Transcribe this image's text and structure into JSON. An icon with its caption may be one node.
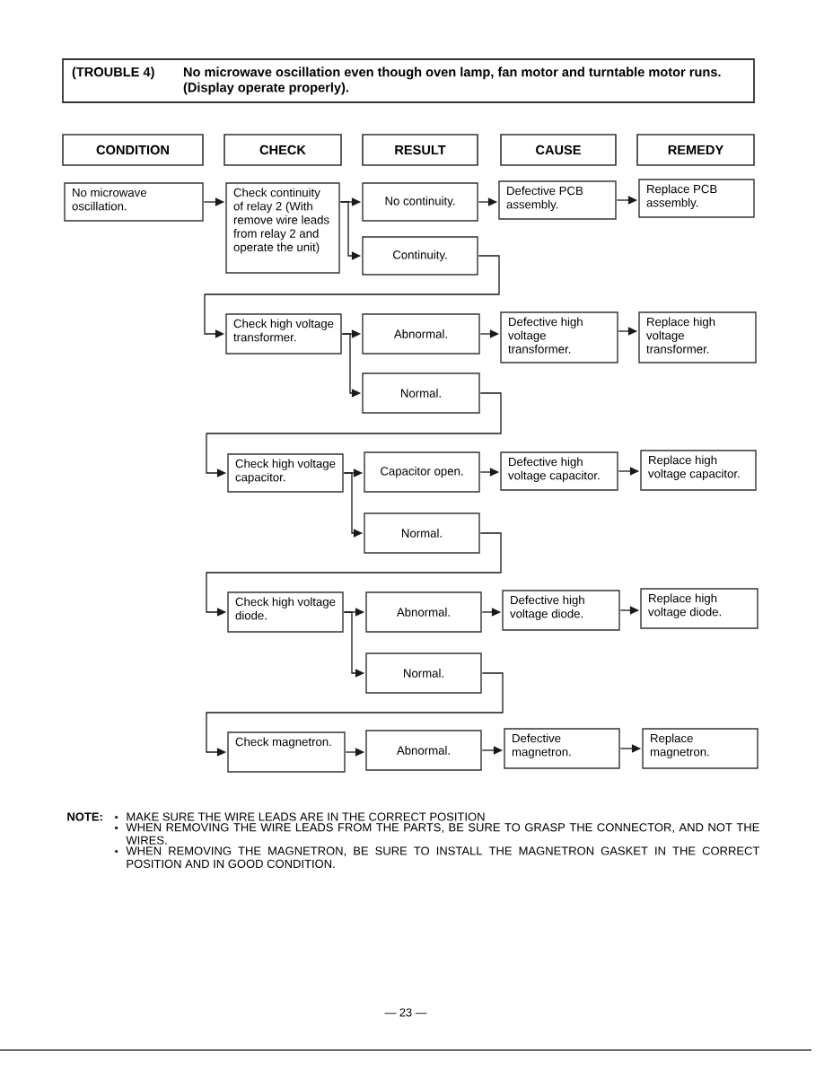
{
  "diagram": {
    "nodes": [
      {
        "text": [
          "(TROUBLE 4)",
          "No microwave oscillation even though oven lamp, fan motor and turntable motor runs. (Display operate properly)."
        ]
      },
      {
        "text": [
          "CONDITION"
        ]
      },
      {
        "text": [
          "CHECK"
        ]
      },
      {
        "text": [
          "RESULT"
        ]
      },
      {
        "text": [
          "CAUSE"
        ]
      },
      {
        "text": [
          "REMEDY"
        ]
      },
      {
        "text": [
          "No microwave oscillation."
        ]
      },
      {
        "text": [
          "Check continuity of relay 2 (With remove wire leads from relay 2 and operate the unit)"
        ]
      },
      {
        "text": [
          "No continuity."
        ]
      },
      {
        "text": [
          "Defective PCB assembly."
        ]
      },
      {
        "text": [
          "Replace PCB assembly."
        ]
      },
      {
        "text": [
          "Continuity."
        ]
      },
      {
        "text": [
          "Check high voltage transformer."
        ]
      },
      {
        "text": [
          "Abnormal."
        ]
      },
      {
        "text": [
          "Defective high voltage transformer."
        ]
      },
      {
        "text": [
          "Replace high voltage transformer."
        ]
      },
      {
        "text": [
          "Normal."
        ]
      },
      {
        "text": [
          "Check high voltage capacitor."
        ]
      },
      {
        "text": [
          "Capacitor open."
        ]
      },
      {
        "text": [
          "Defective high voltage capacitor."
        ]
      },
      {
        "text": [
          "Replace high voltage capacitor."
        ]
      },
      {
        "text": [
          "Normal."
        ]
      },
      {
        "text": [
          "Check high voltage diode."
        ]
      },
      {
        "text": [
          "Abnormal."
        ]
      },
      {
        "text": [
          "Defective high voltage diode."
        ]
      },
      {
        "text": [
          "Replace high voltage diode."
        ]
      },
      {
        "text": [
          "Normal."
        ]
      },
      {
        "text": [
          "Check magnetron."
        ]
      },
      {
        "text": [
          "Abnormal."
        ]
      },
      {
        "text": [
          "Defective magnetron."
        ]
      },
      {
        "text": [
          "Replace magnetron."
        ]
      }
    ],
    "edges": [
      {
        "from": 6,
        "to": 7,
        "arrow": "to"
      },
      {
        "from": 7,
        "to": 8,
        "arrow": "to"
      },
      {
        "from": 7,
        "to": 11,
        "arrow": "to"
      },
      {
        "from": 8,
        "to": 9,
        "arrow": "to"
      },
      {
        "from": 9,
        "to": 10,
        "arrow": "to"
      },
      {
        "from": 11,
        "to": 12,
        "arrow": "to"
      },
      {
        "from": 12,
        "to": 13,
        "arrow": "to"
      },
      {
        "from": 12,
        "to": 16,
        "arrow": "to"
      },
      {
        "from": 13,
        "to": 14,
        "arrow": "to"
      },
      {
        "from": 14,
        "to": 15,
        "arrow": "to"
      },
      {
        "from": 16,
        "to": 17,
        "arrow": "to"
      },
      {
        "from": 17,
        "to": 18,
        "arrow": "to"
      },
      {
        "from": 17,
        "to": 21,
        "arrow": "to"
      },
      {
        "from": 18,
        "to": 19,
        "arrow": "to"
      },
      {
        "from": 19,
        "to": 20,
        "arrow": "to"
      },
      {
        "from": 21,
        "to": 22,
        "arrow": "to"
      },
      {
        "from": 22,
        "to": 23,
        "arrow": "to"
      },
      {
        "from": 22,
        "to": 26,
        "arrow": "to"
      },
      {
        "from": 23,
        "to": 24,
        "arrow": "to"
      },
      {
        "from": 24,
        "to": 25,
        "arrow": "to"
      },
      {
        "from": 26,
        "to": 27,
        "arrow": "to"
      },
      {
        "from": 27,
        "to": 28,
        "arrow": "to"
      },
      {
        "from": 28,
        "to": 29,
        "arrow": "to"
      },
      {
        "from": 29,
        "to": 30,
        "arrow": "to"
      }
    ],
    "labels": [
      "NOTE:",
      "MAKE SURE THE WIRE LEADS ARE IN THE CORRECT POSITION",
      "WHEN REMOVING THE WIRE LEADS FROM THE PARTS, BE SURE TO GRASP THE CONNECTOR, AND NOT THE WIRES.",
      "WHEN REMOVING THE MAGNETRON, BE SURE TO INSTALL THE MAGNETRON GASKET IN THE CORRECT POSITION AND IN GOOD CONDITION.",
      "— 23 —"
    ]
  }
}
